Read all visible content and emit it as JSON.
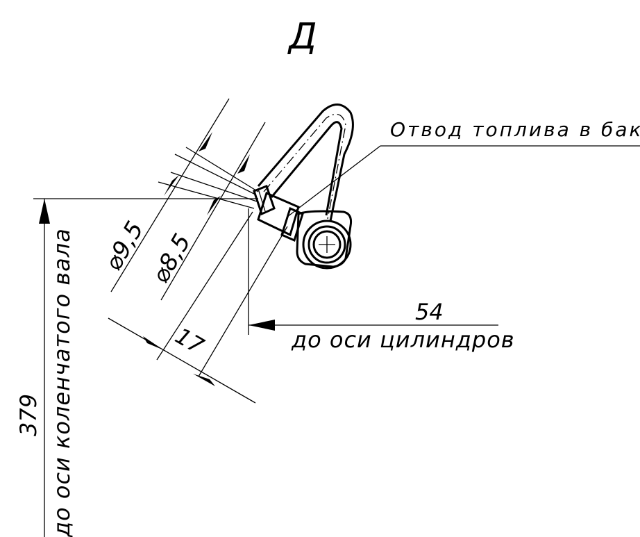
{
  "view_label": "Д",
  "callout_label": "Отвод топлива в бак",
  "dim_diameter_large": "⌀9,5",
  "dim_diameter_small": "⌀8,5",
  "dim_length": "17",
  "dim_cylinder_offset": "54",
  "dim_cylinder_offset_label": "до оси цилиндров",
  "dim_crankshaft_offset": "379",
  "dim_crankshaft_offset_label": "до оси коленчатого вала"
}
